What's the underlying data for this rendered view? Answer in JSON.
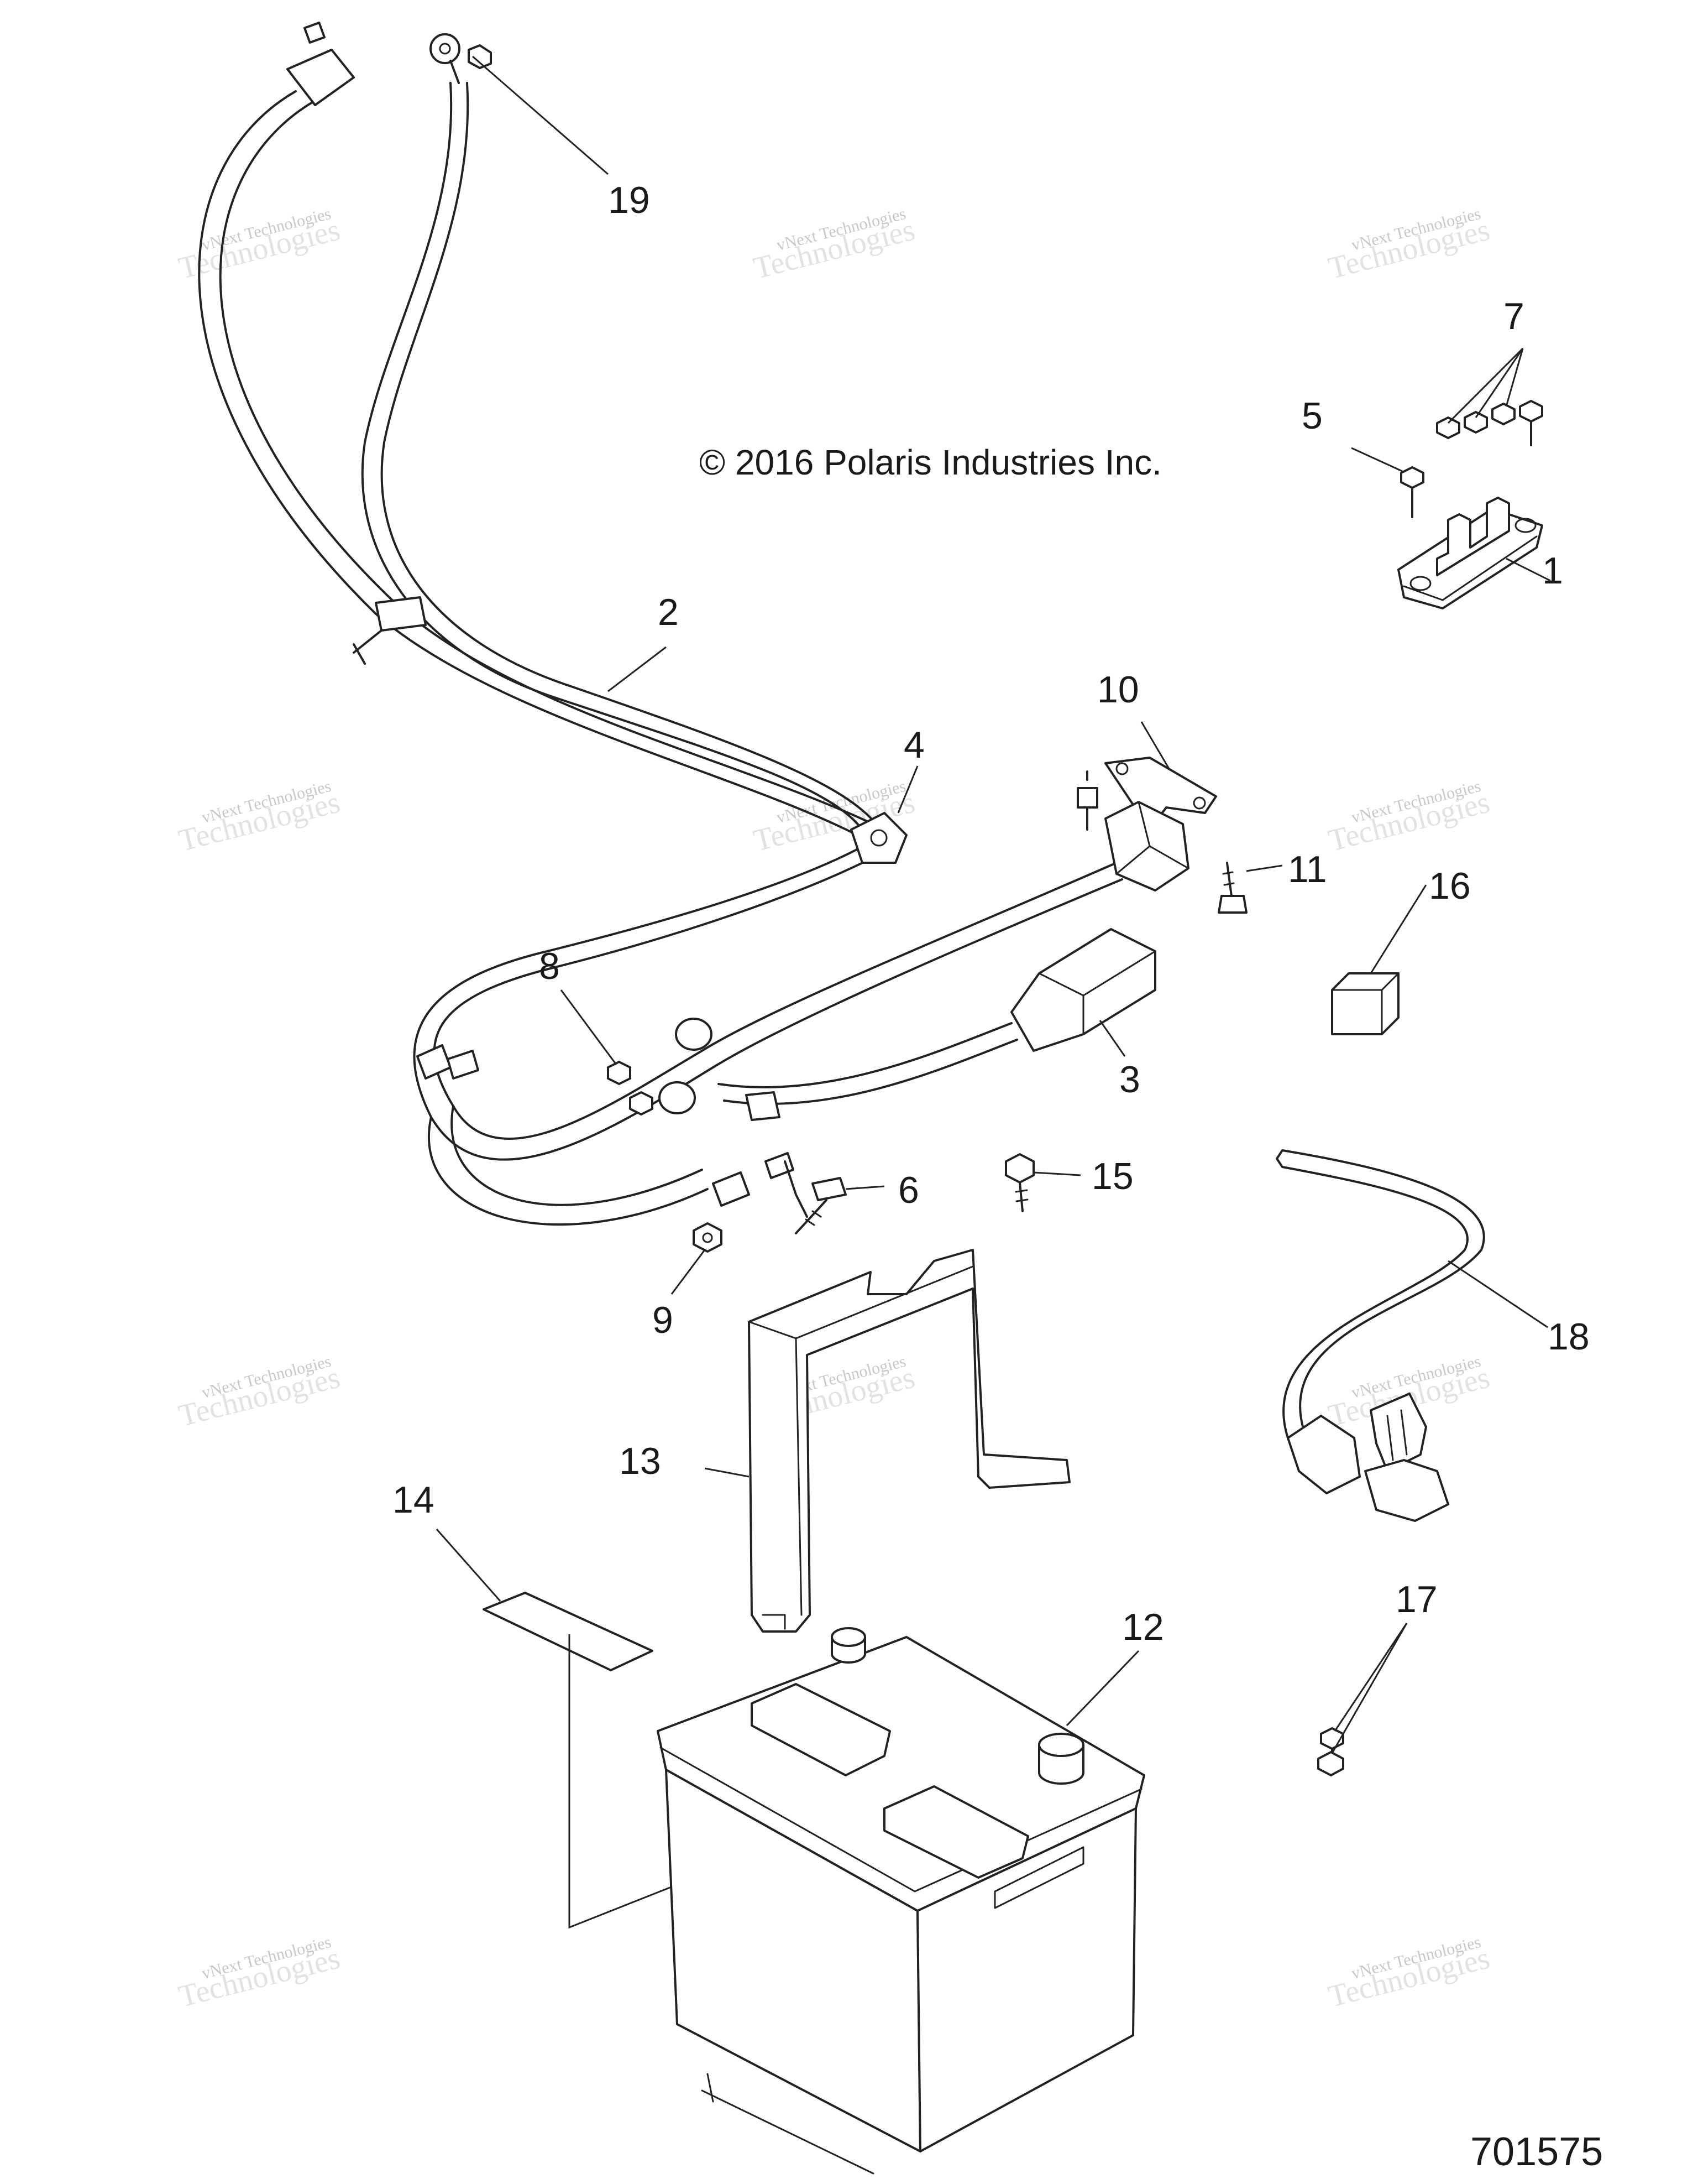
{
  "copyright": "© 2016 Polaris Industries Inc.",
  "part_number": "701575",
  "watermark": {
    "line1": "vNext Technologies",
    "line2": "Technologies"
  },
  "callouts": [
    {
      "id": "c1",
      "label": "1"
    },
    {
      "id": "c2",
      "label": "2"
    },
    {
      "id": "c3",
      "label": "3"
    },
    {
      "id": "c4",
      "label": "4"
    },
    {
      "id": "c5",
      "label": "5"
    },
    {
      "id": "c6",
      "label": "6"
    },
    {
      "id": "c7",
      "label": "7"
    },
    {
      "id": "c8",
      "label": "8"
    },
    {
      "id": "c9",
      "label": "9"
    },
    {
      "id": "c10",
      "label": "10"
    },
    {
      "id": "c11",
      "label": "11"
    },
    {
      "id": "c12",
      "label": "12"
    },
    {
      "id": "c13",
      "label": "13"
    },
    {
      "id": "c14",
      "label": "14"
    },
    {
      "id": "c15",
      "label": "15"
    },
    {
      "id": "c16",
      "label": "16"
    },
    {
      "id": "c17",
      "label": "17"
    },
    {
      "id": "c18",
      "label": "18"
    },
    {
      "id": "c19",
      "label": "19"
    }
  ]
}
